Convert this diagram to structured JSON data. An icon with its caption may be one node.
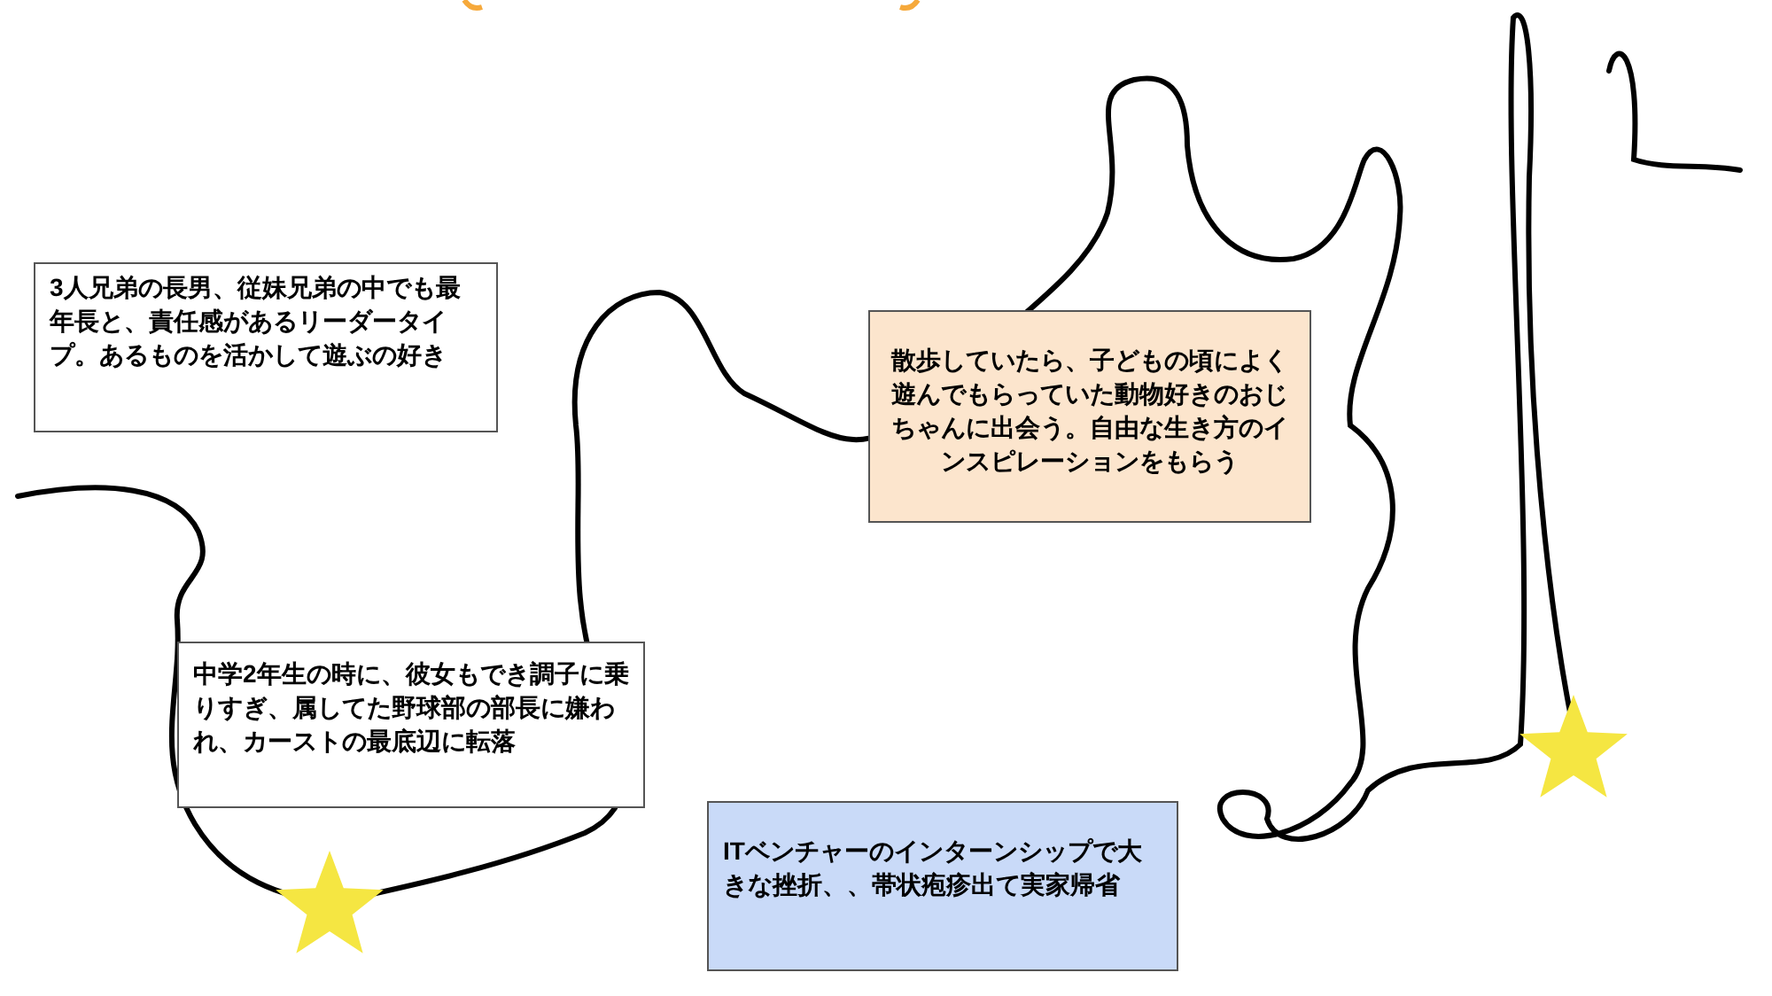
{
  "diagram": {
    "nodes": [
      {
        "text": [
          "3人兄弟の長男、従妹兄弟の中でも最年長と、責任感があるリーダータイプ。あるものを活かして遊ぶの好き"
        ]
      },
      {
        "text": [
          "中学2年生の時に、彼女もでき調子に乗りすぎ、属してた野球部の部長に嫌われ、カーストの最底辺に転落"
        ]
      },
      {
        "text": [
          "ITベンチャーのインターンシップで大きな挫折、、帯状疱疹出て実家帰省"
        ]
      },
      {
        "text": [
          "散歩していたら、子どもの頃によく遊んでもらっていた動物好きのおじちゃんに出会う。自由な生き方のインスピレーションをもらう"
        ]
      }
    ]
  }
}
